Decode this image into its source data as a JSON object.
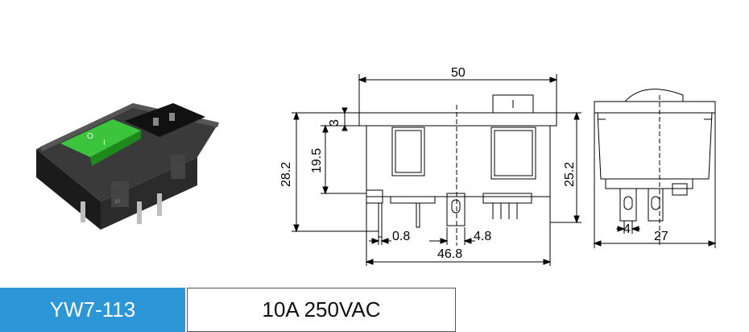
{
  "dimensions": {
    "top_width": "50",
    "height_overall": "28.2",
    "height_body": "19.5",
    "flange": "3",
    "right_height": "25.2",
    "pin_width": "0.8",
    "pin_pitch": "4.8",
    "base_width": "46.8",
    "side_depth": "27",
    "side_pin": "4"
  },
  "footer": {
    "model": "YW7-113",
    "rating": "10A 250VAC"
  },
  "switch_marks": {
    "on": "I",
    "off": "O",
    "small": "10"
  },
  "colors": {
    "rocker": "#3cc43c",
    "body": "#2a2a2a",
    "accent": "#2d96d6"
  }
}
